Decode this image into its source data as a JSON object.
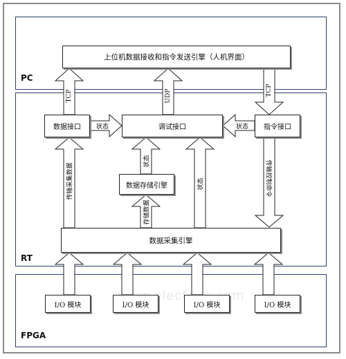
{
  "layers": {
    "pc": "PC",
    "rt": "RT",
    "fpga": "FPGA"
  },
  "boxes": {
    "host_engine": "上位机数据接收和指令发送引擎（人机界面）",
    "data_interface": "数据接口",
    "debug_interface": "调试接口",
    "command_interface": "指令接口",
    "storage_engine": "数据存储引擎",
    "acquisition_engine": "数据采集引擎",
    "io_modules": [
      "I/O 模块",
      "I/O 模块",
      "I/O 模块",
      "I/O 模块"
    ]
  },
  "arrow_labels": {
    "tcp_left": "TCP",
    "udp": "UDP",
    "tcp_right": "TCP",
    "status_left": "状态",
    "status_right": "状态",
    "status_storage": "状态",
    "status_acq": "状态",
    "transfer_data": "传输采集数据",
    "store_data": "存储数据",
    "transfer_cmd": "传输控制命令"
  },
  "watermark": "www.elecfans.com",
  "colors": {
    "layer_border": "#2b3f6a",
    "frame_border": "#8a8a8a",
    "box_border": "#222222",
    "arrow_fill": "#ffffff",
    "arrow_stroke": "#222222"
  }
}
